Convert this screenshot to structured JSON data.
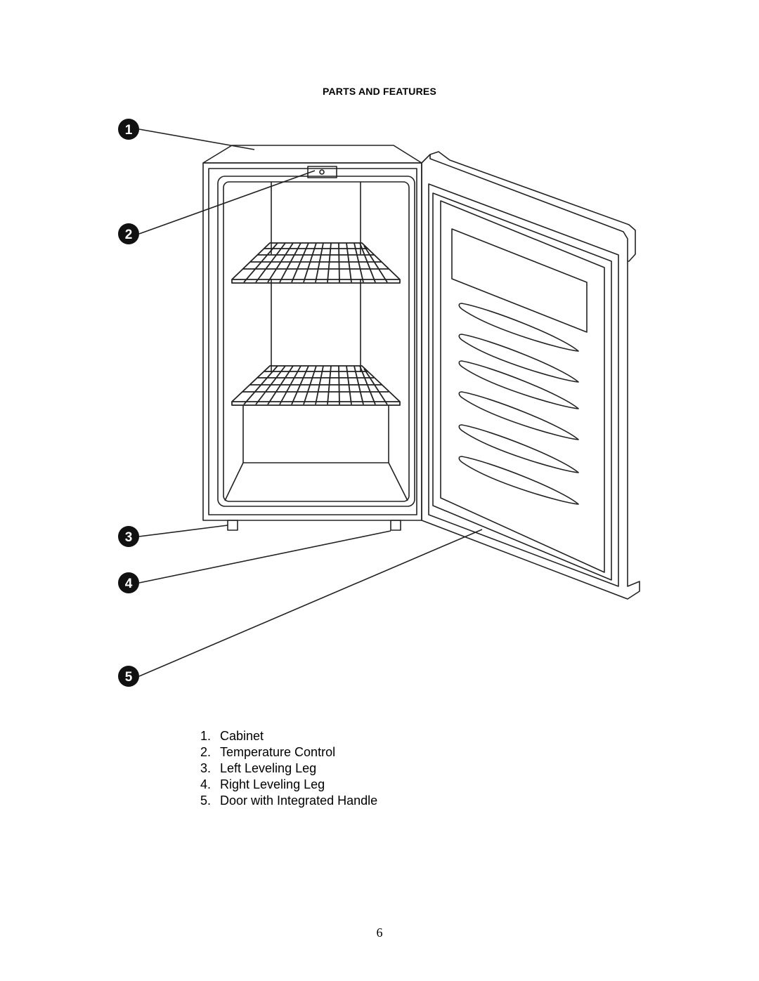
{
  "title": "PARTS AND FEATURES",
  "markers": [
    "1",
    "2",
    "3",
    "4",
    "5"
  ],
  "parts": [
    {
      "num": "1.",
      "label": "Cabinet"
    },
    {
      "num": "2.",
      "label": "Temperature Control"
    },
    {
      "num": "3.",
      "label": "Left Leveling Leg"
    },
    {
      "num": "4.",
      "label": "Right Leveling Leg"
    },
    {
      "num": "5.",
      "label": "Door with Integrated Handle"
    }
  ],
  "page_number": "6"
}
